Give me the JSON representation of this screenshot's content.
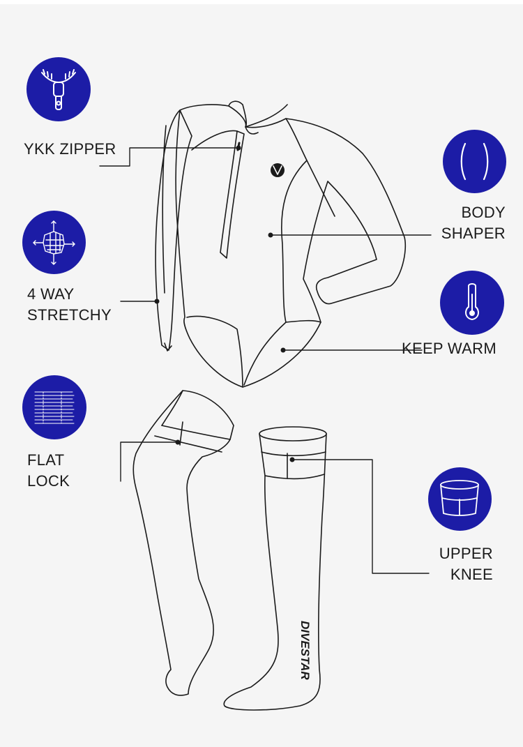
{
  "colors": {
    "accent": "#1c1ca6",
    "line": "#1a1a1a",
    "background": "#f5f5f5"
  },
  "features": [
    {
      "key": "zipper",
      "icon": "zipper-icon",
      "lines": [
        "YKK ZIPPER"
      ]
    },
    {
      "key": "shaper",
      "icon": "body-shaper-icon",
      "lines": [
        "BODY",
        "SHAPER"
      ]
    },
    {
      "key": "stretch",
      "icon": "four-way-stretch-icon",
      "lines": [
        "4 WAY",
        "STRETCHY"
      ]
    },
    {
      "key": "warm",
      "icon": "thermometer-icon",
      "lines": [
        "KEEP WARM"
      ]
    },
    {
      "key": "flatlock",
      "icon": "flatlock-stitch-icon",
      "lines": [
        "FLAT",
        "LOCK"
      ]
    },
    {
      "key": "knee",
      "icon": "upper-knee-icon",
      "lines": [
        "UPPER",
        "KNEE"
      ]
    }
  ],
  "brand": {
    "stocking_text": "DIVESTAR"
  }
}
